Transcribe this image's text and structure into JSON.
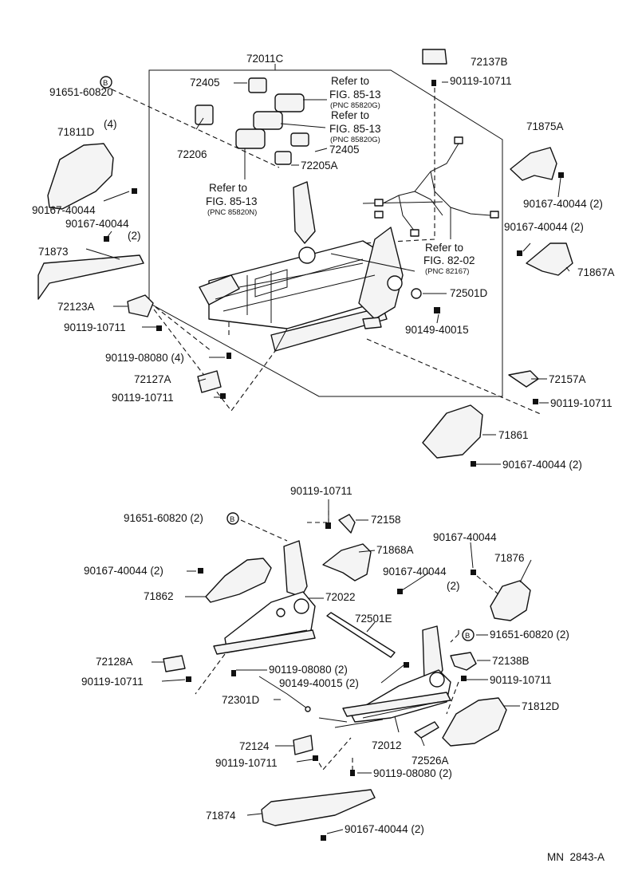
{
  "diagram": {
    "top_assembly": {
      "frame_label": "72011C",
      "refer_to": "Refer to",
      "fig_85_13": "FIG. 85-13",
      "pnc_85820g": "(PNC 85820G)",
      "pnc_85820n": "(PNC 85820N)",
      "fig_82_02": "FIG. 82-02",
      "pnc_82167": "(PNC 82167)",
      "parts": {
        "p72137B": "72137B",
        "p90119_10711_top": "90119-10711",
        "p72405_a": "72405",
        "p72405_b": "72405",
        "p72206": "72206",
        "p72205A": "72205A",
        "marker_b": "B",
        "p91651_60820": "91651-60820",
        "qty_4": "(4)",
        "p71811D": "71811D",
        "p90167_40044_a": "90167-40044",
        "p90167_40044_b": "90167-40044",
        "qty_2": "(2)",
        "p71873": "71873",
        "p72123A": "72123A",
        "p90119_10711_left": "90119-10711",
        "p90119_08080_4": "90119-08080 (4)",
        "p72127A": "72127A",
        "p90119_10711_low": "90119-10711",
        "p71875A": "71875A",
        "p90167_40044_2_a": "90167-40044 (2)",
        "p90167_40044_2_b": "90167-40044 (2)",
        "p71867A": "71867A",
        "p72501D": "72501D",
        "p90149_40015": "90149-40015",
        "p72157A": "72157A",
        "p90119_10711_right": "90119-10711",
        "p71861": "71861",
        "p90167_40044_2_c": "90167-40044 (2)"
      }
    },
    "bottom_assembly": {
      "parts": {
        "p90119_10711_top": "90119-10711",
        "p91651_60820_2_left": "91651-60820 (2)",
        "marker_b_left": "B",
        "p72158": "72158",
        "p90167_40044_right": "90167-40044",
        "p90167_40044_2_left": "90167-40044 (2)",
        "p71868A": "71868A",
        "p71876": "71876",
        "p90167_40044_mid": "90167-40044",
        "qty_2_mid": "(2)",
        "p71862": "71862",
        "p72022": "72022",
        "p72501E": "72501E",
        "marker_b_right": "B",
        "p91651_60820_2_right": "91651-60820 (2)",
        "p72128A": "72128A",
        "p72138B": "72138B",
        "p90119_08080_2_a": "90119-08080 (2)",
        "p90119_10711_left": "90119-10711",
        "p90119_10711_right": "90119-10711",
        "p90149_40015_2": "90149-40015 (2)",
        "p72301D": "72301D",
        "p71812D": "71812D",
        "p72012": "72012",
        "p72124": "72124",
        "p72526A": "72526A",
        "p90119_10711_bot": "90119-10711",
        "p90119_08080_2_b": "90119-08080 (2)",
        "p71874": "71874",
        "p90167_40044_2_bot": "90167-40044 (2)"
      }
    },
    "catalog_code": "MN  2843-A"
  }
}
